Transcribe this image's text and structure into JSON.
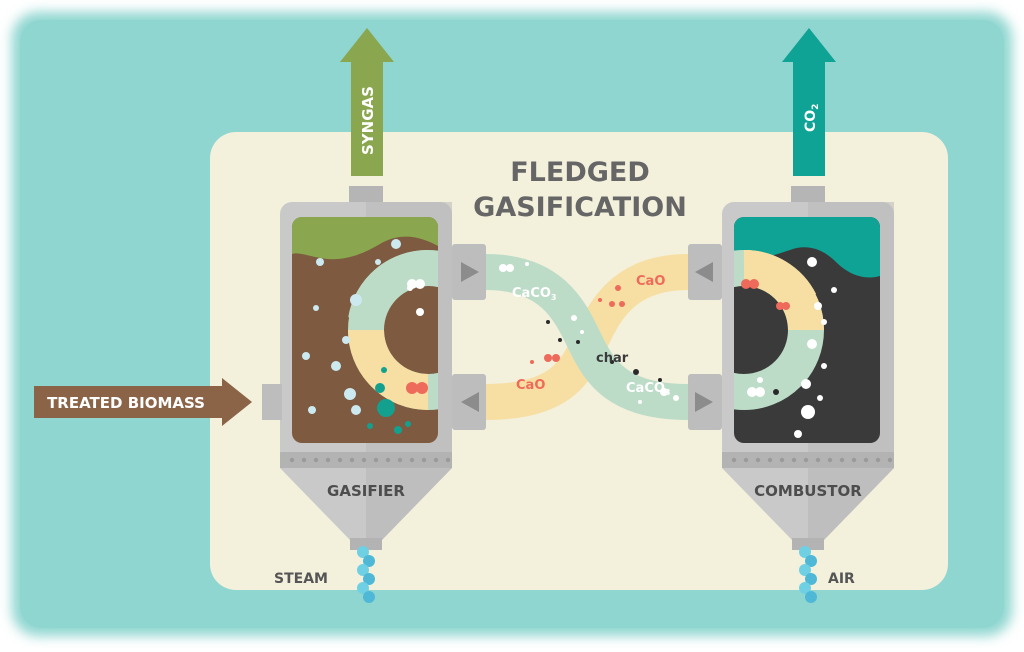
{
  "title": {
    "line1": "FLEDGED",
    "line2": "GASIFICATION"
  },
  "inputs": {
    "treated_biomass": "TREATED BIOMASS",
    "steam": "STEAM",
    "air": "AIR"
  },
  "outputs": {
    "syngas": "SYNGAS",
    "co2": "CO",
    "co2_subscript": "2"
  },
  "reactors": {
    "gasifier": "GASIFIER",
    "combustor": "COMBUSTOR"
  },
  "loop_labels": {
    "caco3_top": "CaCO",
    "caco3_top_sub": "3",
    "cao_top": "CaO",
    "char": "char",
    "cao_bottom": "CaO",
    "caco3_bottom": "CaCO",
    "caco3_bottom_sub": "3"
  },
  "colors": {
    "background": "#8fd6d0",
    "panel": "#f3f0dc",
    "syngas": "#8aa64e",
    "co2": "#0fa396",
    "biomass": "#8b6448",
    "biomass_fill": "#7d5a40",
    "char_fill": "#3a3a3a",
    "cao_band": "#f7dfa3",
    "caco3_band": "#bcdcc8",
    "cao_text": "#ee6a5a",
    "caco3_text": "#ffffff",
    "steam": "#6fd0e4",
    "vessel": "#c6c6c6",
    "label_text": "#4d4d4d"
  }
}
